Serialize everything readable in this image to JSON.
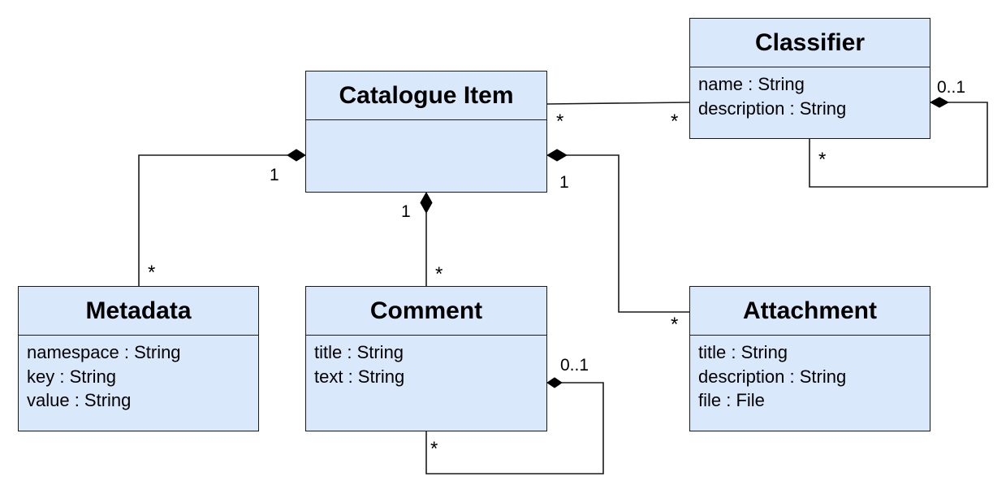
{
  "classes": {
    "catalogue_item": {
      "name": "Catalogue Item",
      "attributes": []
    },
    "classifier": {
      "name": "Classifier",
      "attributes": [
        "name : String",
        "description : String"
      ]
    },
    "metadata": {
      "name": "Metadata",
      "attributes": [
        "namespace : String",
        "key : String",
        "value : String"
      ]
    },
    "comment": {
      "name": "Comment",
      "attributes": [
        "title : String",
        "text : String"
      ]
    },
    "attachment": {
      "name": "Attachment",
      "attributes": [
        "title : String",
        "description : String",
        "file : File"
      ]
    }
  },
  "associations": {
    "catalogue_classifier": {
      "source_multiplicity": "*",
      "target_multiplicity": "*"
    },
    "classifier_self": {
      "parent_multiplicity": "0..1",
      "child_multiplicity": "*"
    },
    "catalogue_metadata": {
      "whole_multiplicity": "1",
      "part_multiplicity": "*"
    },
    "catalogue_comment": {
      "whole_multiplicity": "1",
      "part_multiplicity": "*"
    },
    "catalogue_attachment": {
      "whole_multiplicity": "1",
      "part_multiplicity": "*"
    },
    "comment_self": {
      "parent_multiplicity": "0..1",
      "child_multiplicity": "*"
    }
  },
  "colors": {
    "class_fill": "#dae8fc",
    "line": "#1a1a1a",
    "text": "#000000"
  }
}
